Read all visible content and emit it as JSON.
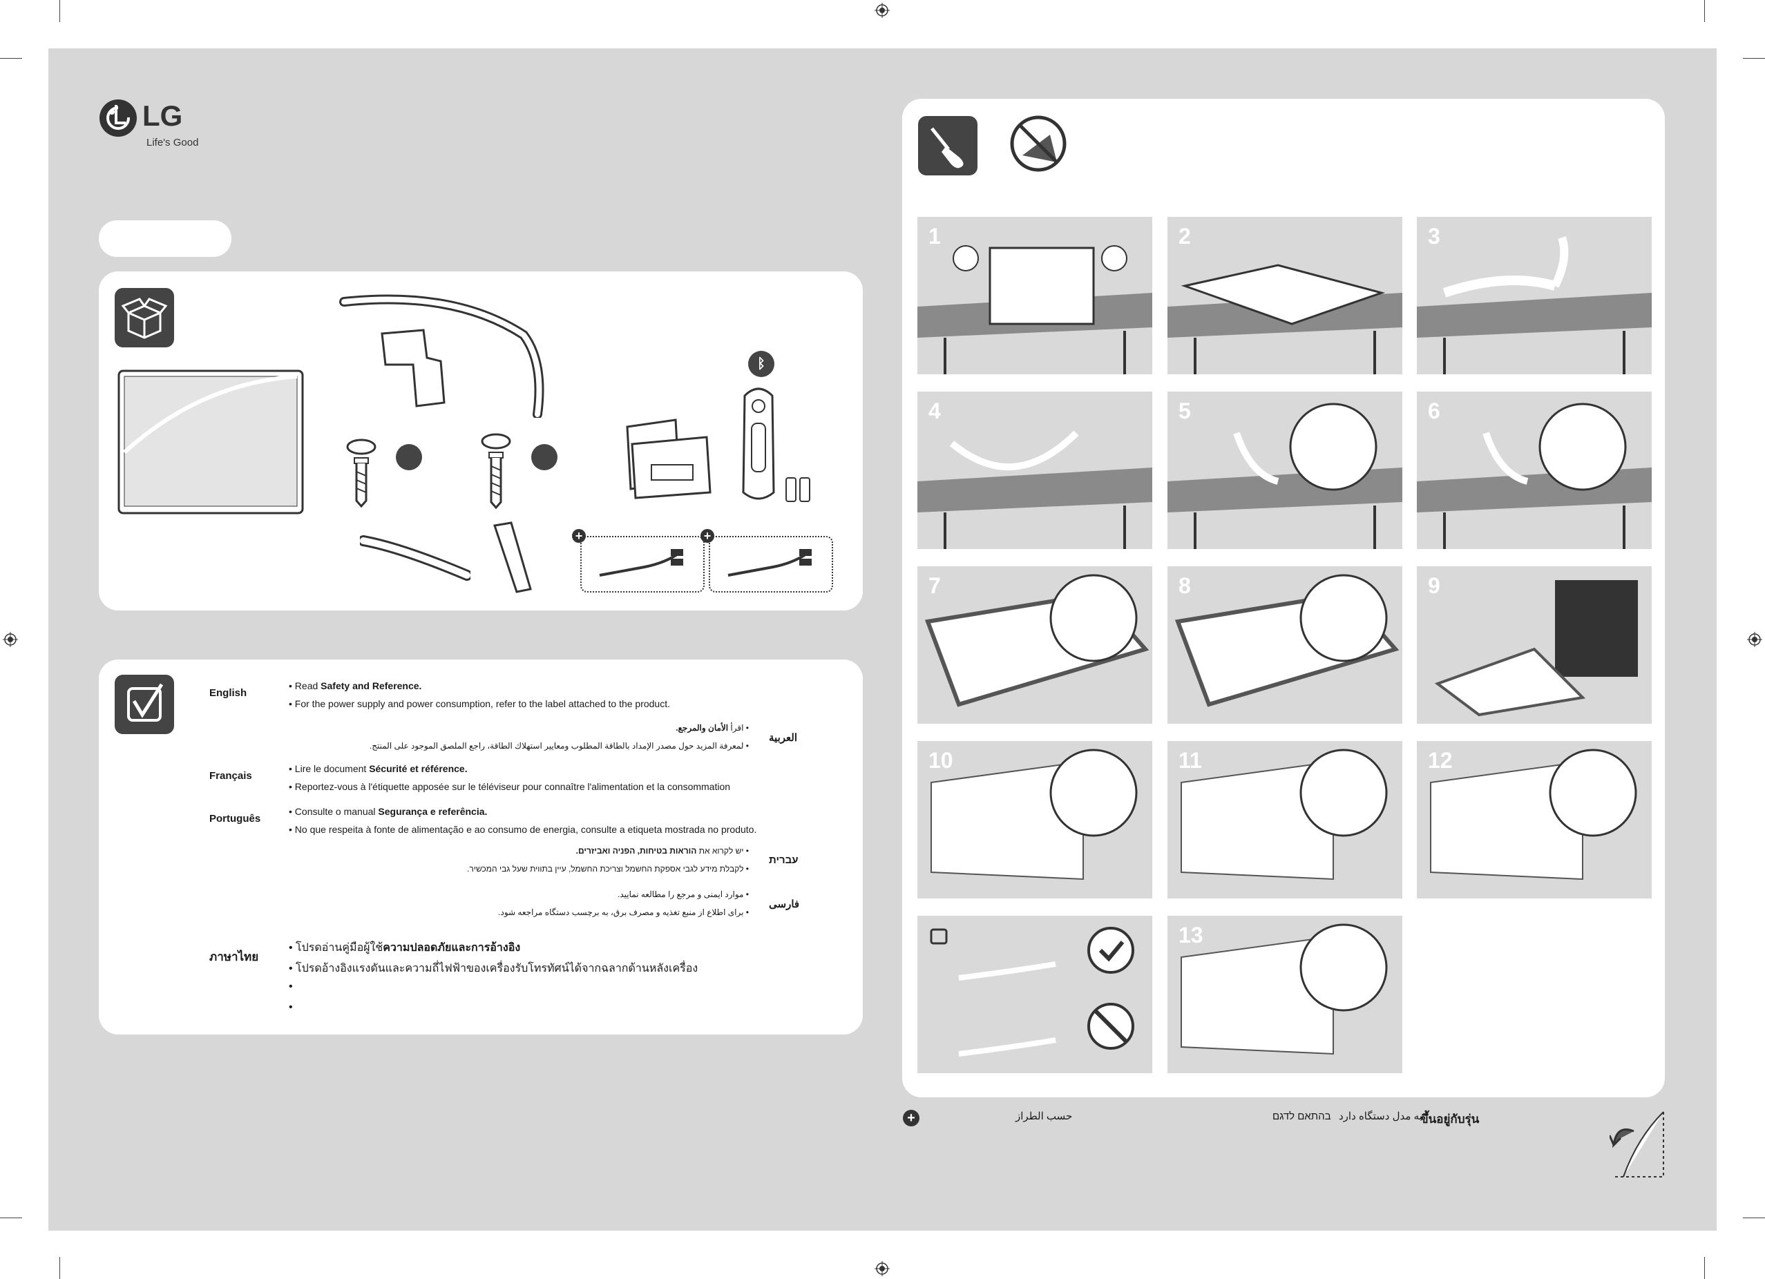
{
  "brand": {
    "logo_text": "LG",
    "tagline": "Life's Good"
  },
  "requirements": {
    "languages": [
      {
        "name": "English",
        "lines": [
          {
            "text": "• Read ",
            "bold": "Safety and Reference."
          },
          {
            "text": "• For the power supply and power consumption, refer to the label attached to the product.",
            "bold": ""
          }
        ]
      },
      {
        "name": "العربية",
        "lines": [
          {
            "text": "• اقرأ ",
            "bold": "الأمان والمرجع."
          },
          {
            "text": "• لمعرفة المزيد حول مصدر الإمداد بالطاقة المطلوب ومعايير استهلاك الطاقة، راجع الملصق الموجود على المنتج.",
            "bold": ""
          }
        ]
      },
      {
        "name": "Français",
        "lines": [
          {
            "text": "• Lire le document ",
            "bold": "Sécurité et référence."
          },
          {
            "text": "• Reportez-vous à l'étiquette apposée sur le téléviseur pour connaître l'alimentation et la consommation",
            "bold": ""
          }
        ]
      },
      {
        "name": "Português",
        "lines": [
          {
            "text": "• Consulte o manual ",
            "bold": "Segurança e referência."
          },
          {
            "text": "• No que respeita à fonte de alimentação e ao consumo de energia, consulte a etiqueta mostrada no produto.",
            "bold": ""
          }
        ]
      },
      {
        "name": "עברית",
        "lines": [
          {
            "text": "• יש לקרוא את ",
            "bold": "הוראות בטיחות, הפניה ואביזרים."
          },
          {
            "text": "• לקבלת מידע לגבי אספקת החשמל וצריכת החשמל, עיין בתווית שעל גבי המכשיר.",
            "bold": ""
          }
        ]
      },
      {
        "name": "فارسی",
        "lines": [
          {
            "text": "• موارد ایمنی و مرجع را مطالعه نمایید.",
            "bold": ""
          },
          {
            "text": "• برای اطلاع از منبع تغذیه و مصرف برق، به برچسب دستگاه مراجعه شود.",
            "bold": ""
          }
        ]
      },
      {
        "name": "ภาษาไทย",
        "lines": [
          {
            "text": "• โปรดอ่านคู่มือผู้ใช้",
            "bold": "ความปลอดภัยและการอ้างอิง"
          },
          {
            "text": "• โปรดอ้างอิงแรงดันและความถี่ไฟฟ้าของเครื่องรับโทรทัศน์ได้จากฉลากด้านหลังเครื่อง",
            "bold": ""
          },
          {
            "text": "•",
            "bold": ""
          },
          {
            "text": "•",
            "bold": ""
          }
        ]
      }
    ]
  },
  "steps": [
    "1",
    "2",
    "3",
    "4",
    "5",
    "6",
    "7",
    "8",
    "9",
    "10",
    "11",
    "12",
    "",
    "13"
  ],
  "footer": {
    "arabic": "حسب الطراز",
    "hebrew": "בהתאם לדגם",
    "persian": "به مدل دستگاه دارد",
    "thai": "ขึ้นอยู่กับรุ่น"
  },
  "colors": {
    "sheet": "#d7d7d7",
    "panel": "#ffffff",
    "icon": "#444444",
    "step_bg": "#d9d9d9"
  }
}
